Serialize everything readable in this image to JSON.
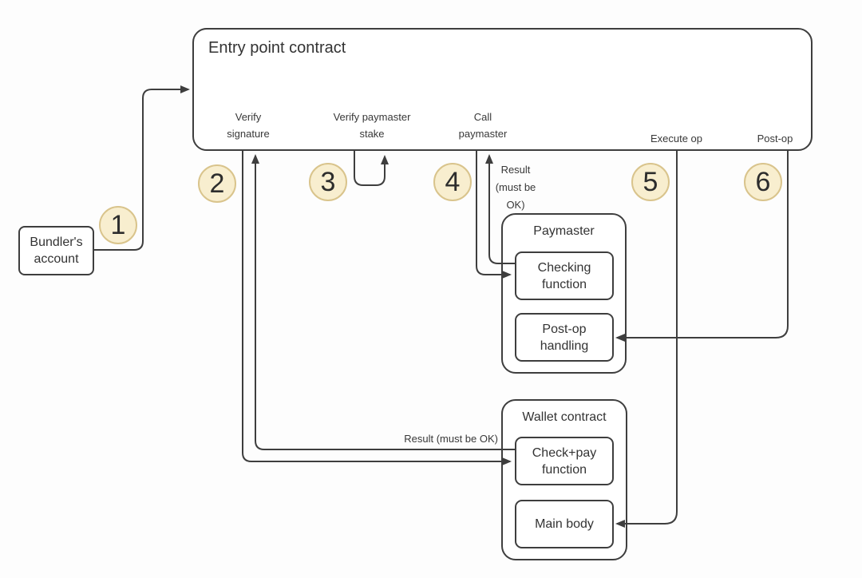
{
  "nodes": {
    "bundler_account": {
      "label": "Bundler's\naccount"
    },
    "entry_point": {
      "title": "Entry point contract"
    },
    "paymaster": {
      "title": "Paymaster",
      "checking_function": "Checking\nfunction",
      "postop_handling": "Post-op\nhandling"
    },
    "wallet_contract": {
      "title": "Wallet contract",
      "checkpay_function": "Check+pay\nfunction",
      "main_body": "Main body"
    }
  },
  "edge_labels": {
    "verify_signature": "Verify\nsignature",
    "verify_paymaster_stake": "Verify paymaster\nstake",
    "call_paymaster": "Call\npaymaster",
    "execute_op": "Execute op",
    "post_op": "Post-op",
    "paymaster_result": "Result\n(must be\nOK)",
    "wallet_result": "Result (must be OK)"
  },
  "steps": [
    {
      "number": "1"
    },
    {
      "number": "2"
    },
    {
      "number": "3"
    },
    {
      "number": "4"
    },
    {
      "number": "5"
    },
    {
      "number": "6"
    }
  ],
  "colors": {
    "background": "#fdfdfd",
    "node_fill": "#ffffff",
    "node_border": "#3e3e3e",
    "line": "#3e3e3e",
    "step_badge_fill": "#f8eecf",
    "step_badge_border": "#d9c48c",
    "text": "#333333"
  }
}
